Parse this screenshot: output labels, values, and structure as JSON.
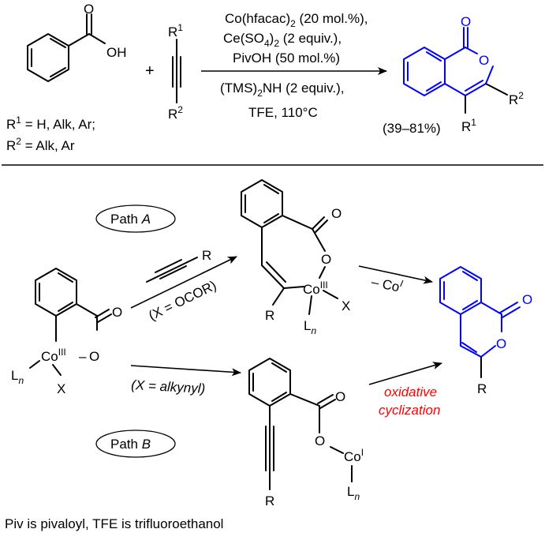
{
  "reaction": {
    "reagent_atoms": {
      "o": "O",
      "oh": "OH"
    },
    "plus": "+",
    "alkyne_labels": {
      "r": "R",
      "sup1": "1",
      "sup2": "2"
    },
    "substituents": {
      "line1_prefix": "R",
      "line1_sup": "1",
      "line1_text": " = H, Alk, Ar;",
      "line2_prefix": "R",
      "line2_sup": "2",
      "line2_text": " = Alk, Ar"
    },
    "conditions": {
      "c1": "Co(hfacac)",
      "c1_sub": "2",
      "c1_tail": " (20 mol.%),",
      "c2": "Ce(SO",
      "c2_sub1": "4",
      "c2_mid": ")",
      "c2_sub2": "2",
      "c2_tail": " (2 equiv.),",
      "c3": "PivOH (50 mol.%)",
      "c4": "(TMS)",
      "c4_sub": "2",
      "c4_tail": "NH (2 equiv.),",
      "c5": "TFE, 110°C"
    },
    "product": {
      "o1": "O",
      "o2": "O",
      "r": "R",
      "sup1": "1",
      "sup2": "2",
      "yield": "(39–81%)"
    }
  },
  "mechanism": {
    "path_a": {
      "prefix": "Path ",
      "letter": "A"
    },
    "path_b": {
      "prefix": "Path ",
      "letter": "B"
    },
    "start": {
      "o_carbonyl": "O",
      "o_link": "O",
      "co": "Co",
      "co_ox": "III",
      "dash": "–",
      "l": "L",
      "l_sub": "n",
      "x": "X"
    },
    "arrow_a_reagent": "R",
    "arrow_a_label": "(X = OCOR)",
    "arrow_b_label": "(X = alkynyl)",
    "intermediate_a": {
      "o_carbonyl": "O",
      "o_ring": "O",
      "co": "Co",
      "co_ox": "III",
      "r": "R",
      "l": "L",
      "l_sub": "n",
      "x": "X"
    },
    "elimination": {
      "text": "– Co",
      "ox": "I"
    },
    "product": {
      "o_carbonyl": "O",
      "o_ring": "O",
      "r": "R"
    },
    "intermediate_b": {
      "o_carbonyl": "O",
      "o_link": "O",
      "co": "Co",
      "co_ox": "I",
      "l": "L",
      "l_sub": "n",
      "r": "R"
    },
    "oxidative": {
      "line1": "oxidative",
      "line2": "cyclization"
    }
  },
  "caption": "Piv is pivaloyl, TFE is trifluoroethanol",
  "colors": {
    "product": "#0000ff",
    "annotation": "#ff0000",
    "ink": "#000000"
  }
}
